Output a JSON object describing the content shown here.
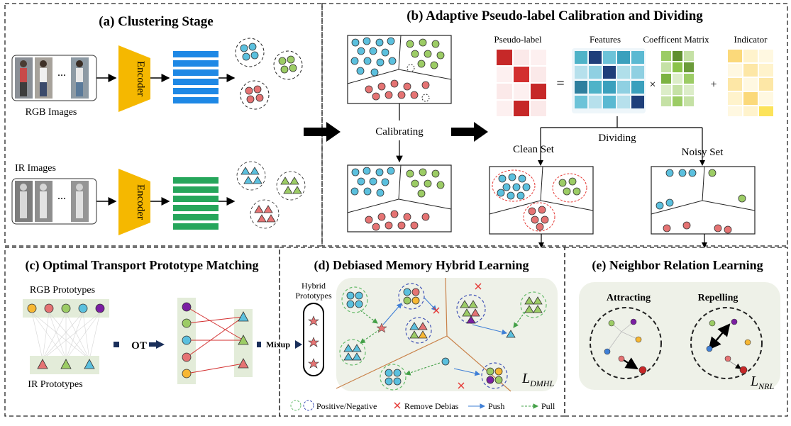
{
  "panels": {
    "a": {
      "title": "(a) Clustering Stage",
      "rgb_label": "RGB Images",
      "ir_label": "IR Images",
      "encoder_label": "Encoder",
      "ellipsis": "..."
    },
    "b": {
      "title": "(b) Adaptive Pseudo-label Calibration and Dividing",
      "pseudo_label": "Pseudo-label",
      "features": "Features",
      "coefficient_matrix": "Coefficent Matrix",
      "indicator": "Indicator",
      "calibrating": "Calibrating",
      "dividing": "Dividing",
      "clean_set": "Clean Set",
      "noisy_set": "Noisy Set",
      "equals": "=",
      "times": "×",
      "plus": "+"
    },
    "c": {
      "title": "(c) Optimal Transport Prototype Matching",
      "rgb_prototypes": "RGB Prototypes",
      "ir_prototypes": "IR Prototypes",
      "ot": "OT",
      "mixup": "Mixup"
    },
    "d": {
      "title": "(d) Debiased Memory Hybrid  Learning",
      "hybrid_line1": "Hybrid",
      "hybrid_line2": "Prototypes",
      "loss_main": "L",
      "loss_sub": "DMHL"
    },
    "e": {
      "title": "(e) Neighbor Relation Learning",
      "attracting": "Attracting",
      "repelling": "Repelling",
      "loss_main": "L",
      "loss_sub": "NRL"
    },
    "legend": {
      "pos_neg": "Positive/Negative",
      "remove_debias": "Remove Debias",
      "push": "Push",
      "pull": "Pull"
    }
  },
  "colors": {
    "blue": "#5bc0de",
    "green": "#9ccc65",
    "red": "#e57373",
    "purple": "#7b1fa2",
    "orange": "#f7b733",
    "encoder": "#f5b800",
    "feat_blue": "#1e88e5",
    "feat_green": "#26a65b",
    "heat_red": "#c62828",
    "proto_bg": "#e3ecd9",
    "dash_blue": "#3f51b5",
    "push": "#3f7fd6",
    "pull": "#43a047"
  }
}
